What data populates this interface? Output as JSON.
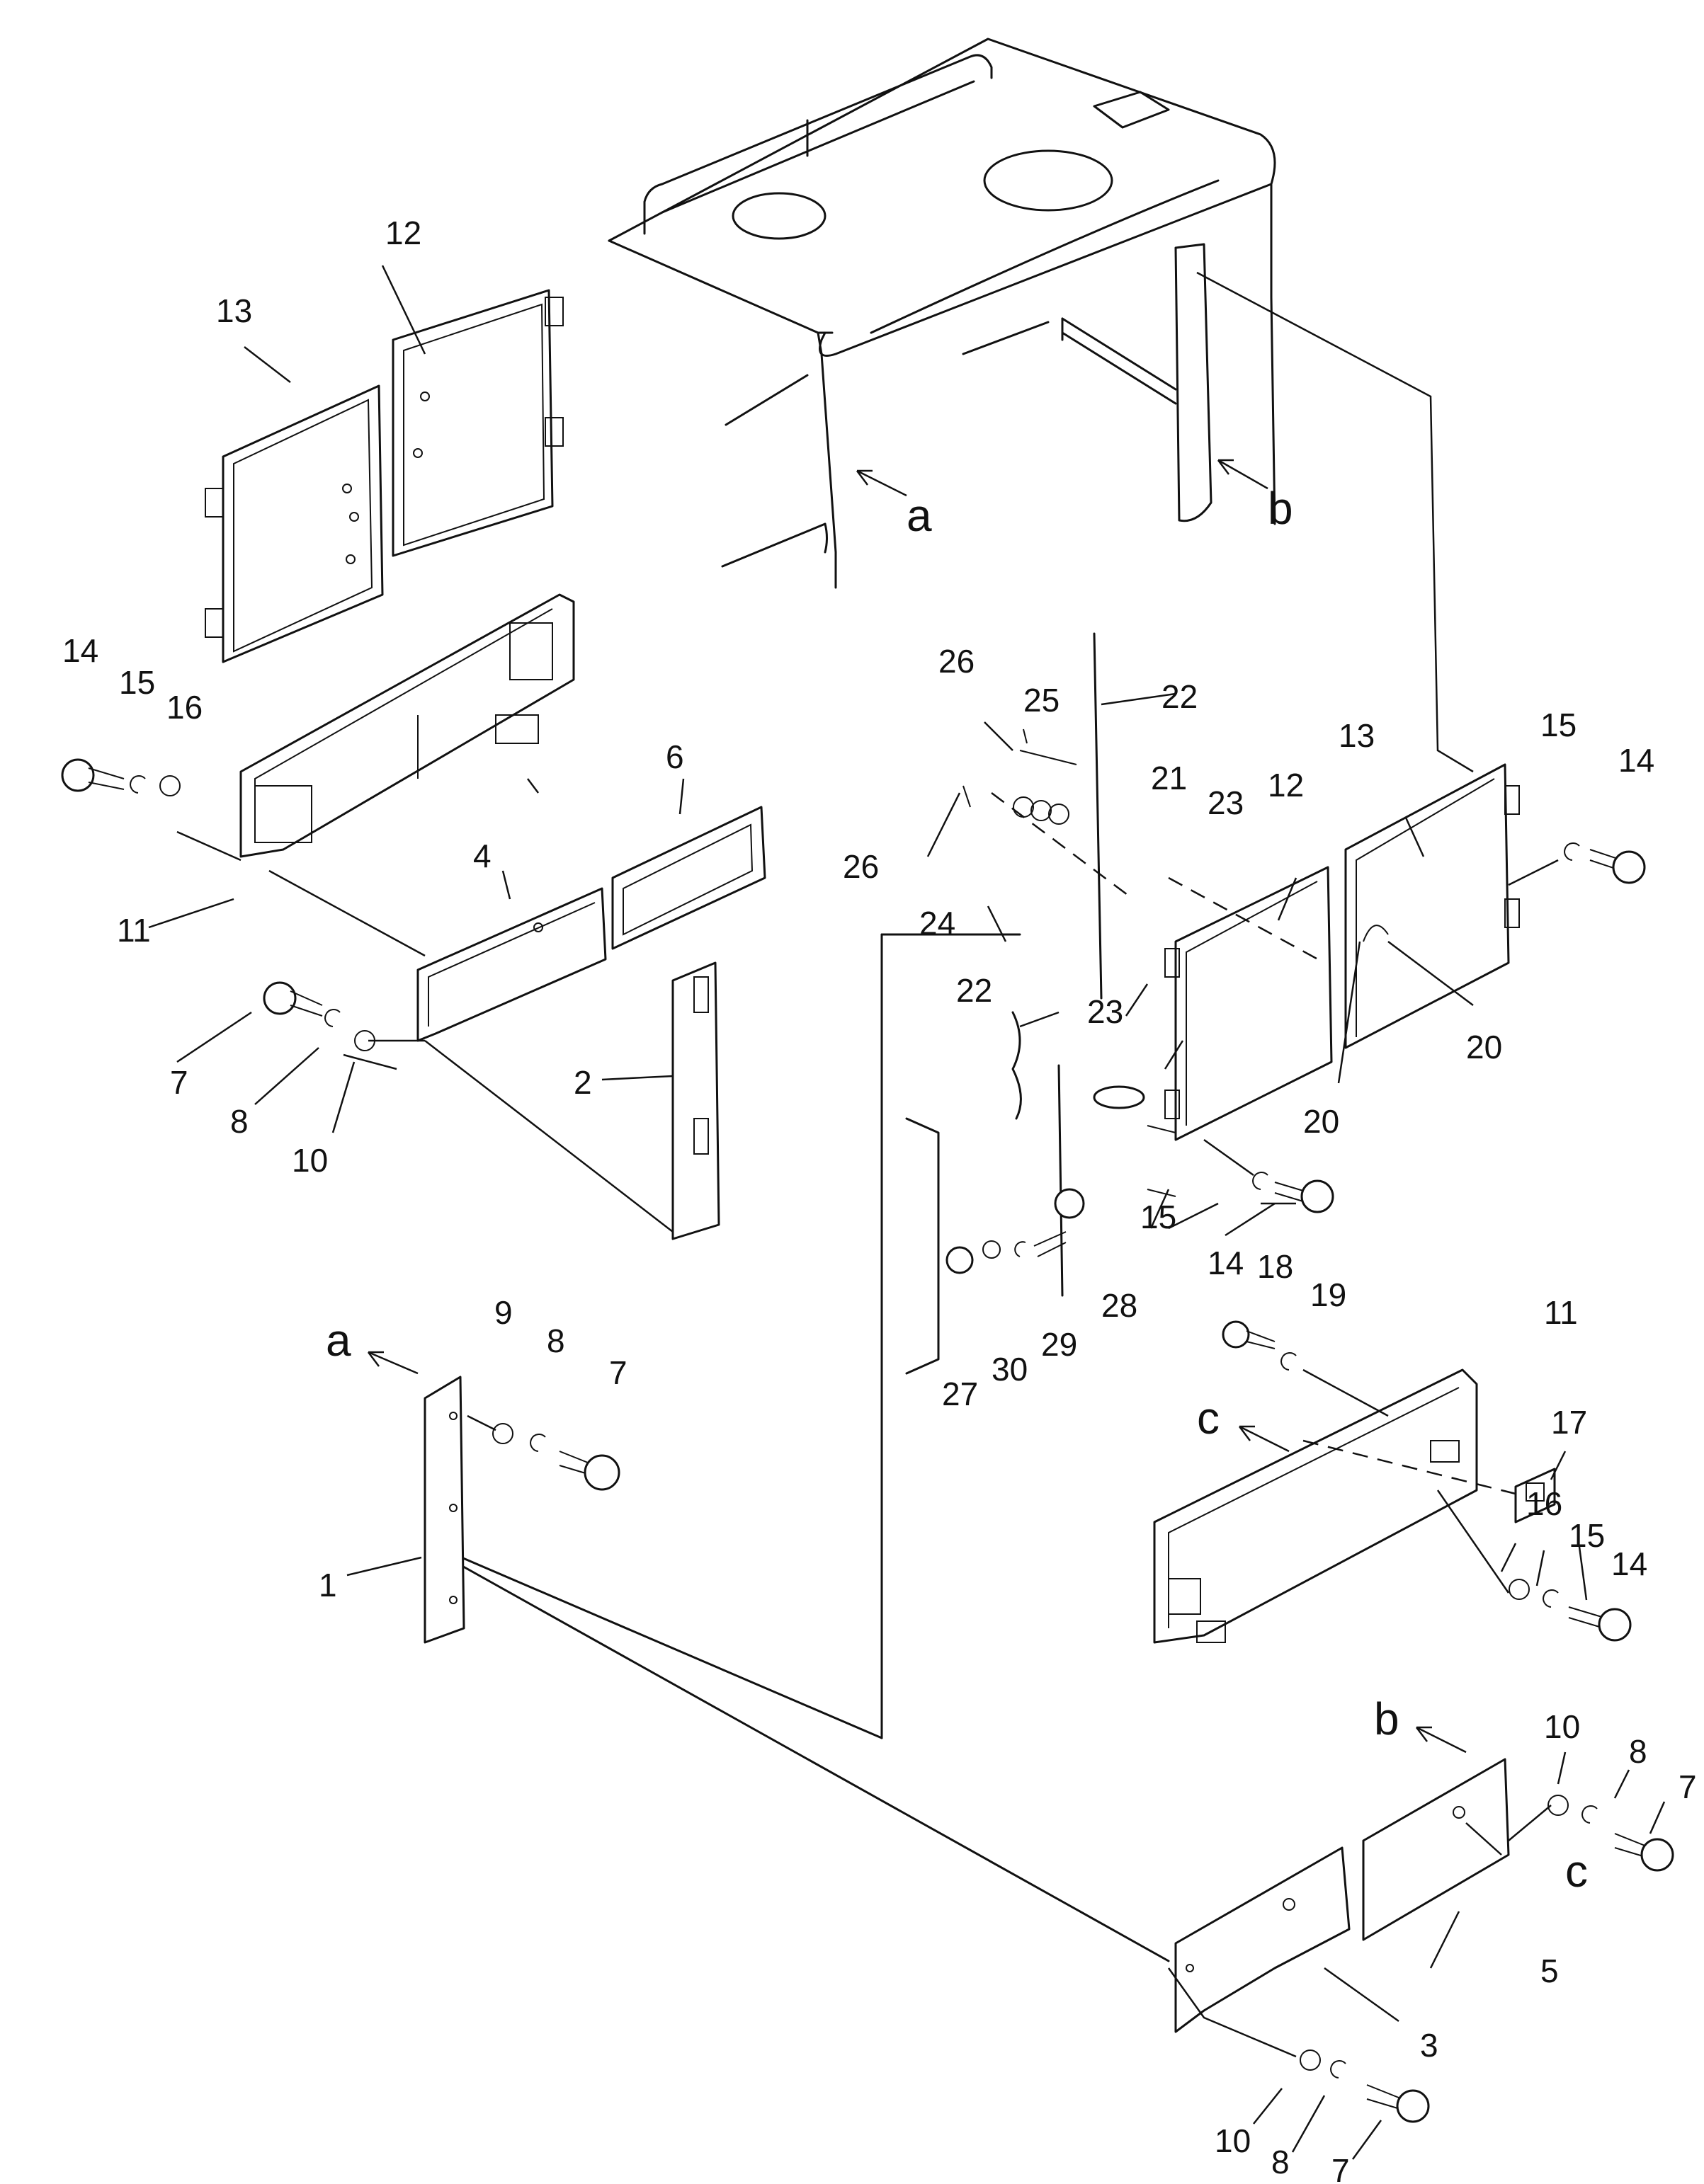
{
  "callouts": {
    "p1": "1",
    "p2": "2",
    "p3": "3",
    "p4": "4",
    "p5": "5",
    "p6": "6",
    "p7": "7",
    "p8": "8",
    "p9": "9",
    "p10": "10",
    "p11": "11",
    "p12": "12",
    "p13": "13",
    "p14": "14",
    "p15": "15",
    "p16": "16",
    "p17": "17",
    "p18": "18",
    "p19": "19",
    "p20": "20",
    "p21": "21",
    "p22": "22",
    "p23": "23",
    "p24": "24",
    "p25": "25",
    "p26": "26",
    "p27": "27",
    "p28": "28",
    "p29": "29",
    "p30": "30"
  },
  "refs": {
    "a": "a",
    "b": "b",
    "c": "c"
  }
}
